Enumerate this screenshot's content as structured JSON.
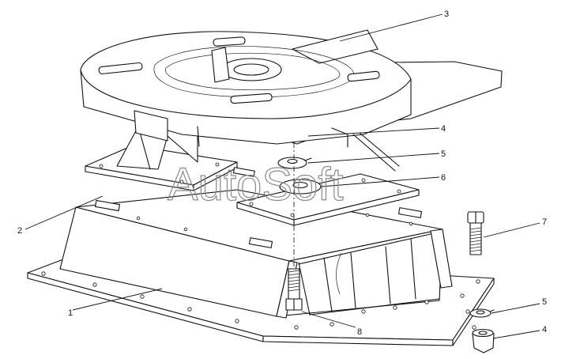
{
  "watermark": "AutoSoft",
  "callouts": {
    "c1": "1",
    "c2": "2",
    "c3": "3",
    "c4a": "4",
    "c4b": "4",
    "c5a": "5",
    "c5b": "5",
    "c6": "6",
    "c7": "7",
    "c8": "8"
  }
}
